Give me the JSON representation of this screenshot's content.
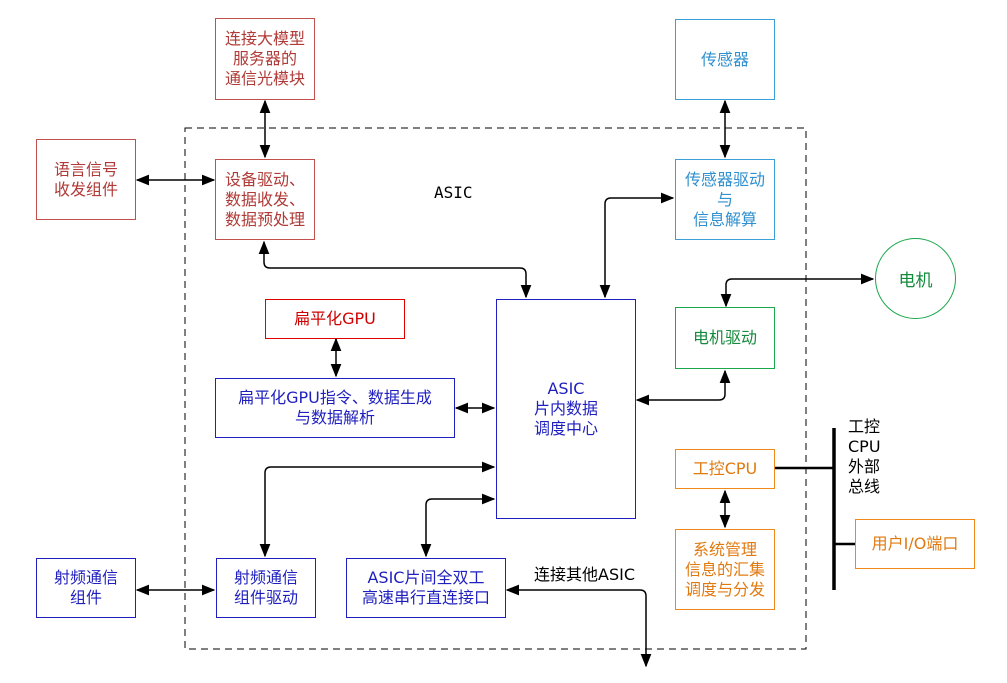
{
  "diagram": {
    "asic_label": "ASIC",
    "nodes": {
      "optical_module": "连接大模型\n服务器的\n通信光模块",
      "voice_signal": "语言信号\n收发组件",
      "device_driver": "设备驱动、\n数据收发、\n数据预处理",
      "sensor": "传感器",
      "sensor_driver": "传感器驱动\n与\n信息解算",
      "motor": "电机",
      "motor_driver": "电机驱动",
      "flat_gpu": "扁平化GPU",
      "flat_gpu_cmd": "扁平化GPU指令、数据生成\n与数据解析",
      "scheduler": "ASIC\n片内数据\n调度中心",
      "ipc_cpu": "工控CPU",
      "bus_label": "工控\nCPU\n外部\n总线",
      "user_io": "用户I/O端口",
      "sys_mgmt": "系统管理\n信息的汇集\n调度与分发",
      "rf_component": "射频通信\n组件",
      "rf_driver": "射频通信\n组件驱动",
      "asic_link": "ASIC片间全双工\n高速串行直连接口",
      "other_asic": "连接其他ASIC"
    },
    "colors": {
      "red": "#c0504d",
      "bright_red": "#e00000",
      "blue": "#1f1fbf",
      "sky": "#3ba0d8",
      "green": "#1aa84b",
      "orange": "#ef8a1a"
    }
  }
}
